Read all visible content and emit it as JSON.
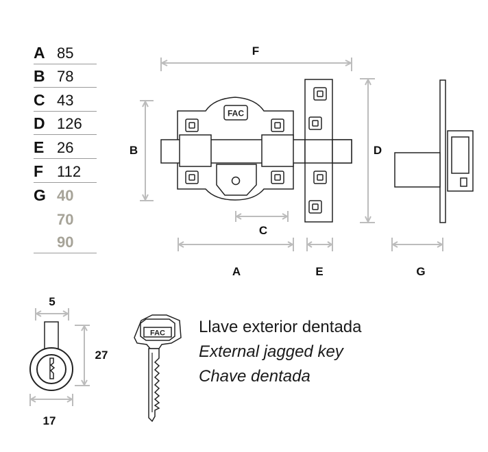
{
  "dimensions": [
    {
      "letter": "A",
      "values": [
        "85"
      ]
    },
    {
      "letter": "B",
      "values": [
        "78"
      ]
    },
    {
      "letter": "C",
      "values": [
        "43"
      ]
    },
    {
      "letter": "D",
      "values": [
        "126"
      ]
    },
    {
      "letter": "E",
      "values": [
        "26"
      ]
    },
    {
      "letter": "F",
      "values": [
        "112"
      ]
    },
    {
      "letter": "G",
      "values": [
        "40",
        "70",
        "90"
      ]
    }
  ],
  "drawing_labels": {
    "A": "A",
    "B": "B",
    "C": "C",
    "D": "D",
    "E": "E",
    "F": "F",
    "G": "G"
  },
  "brand_mark": "FAC",
  "cylinder": {
    "width_label": "5",
    "height_label": "27",
    "diameter_label": "17"
  },
  "key_description": {
    "es": "Llave exterior dentada",
    "en": "External jagged key",
    "pt": "Chave dentada"
  },
  "colors": {
    "value_gray": "#a6a398",
    "dimension_line": "#bcbcbc",
    "rule": "#999999"
  }
}
